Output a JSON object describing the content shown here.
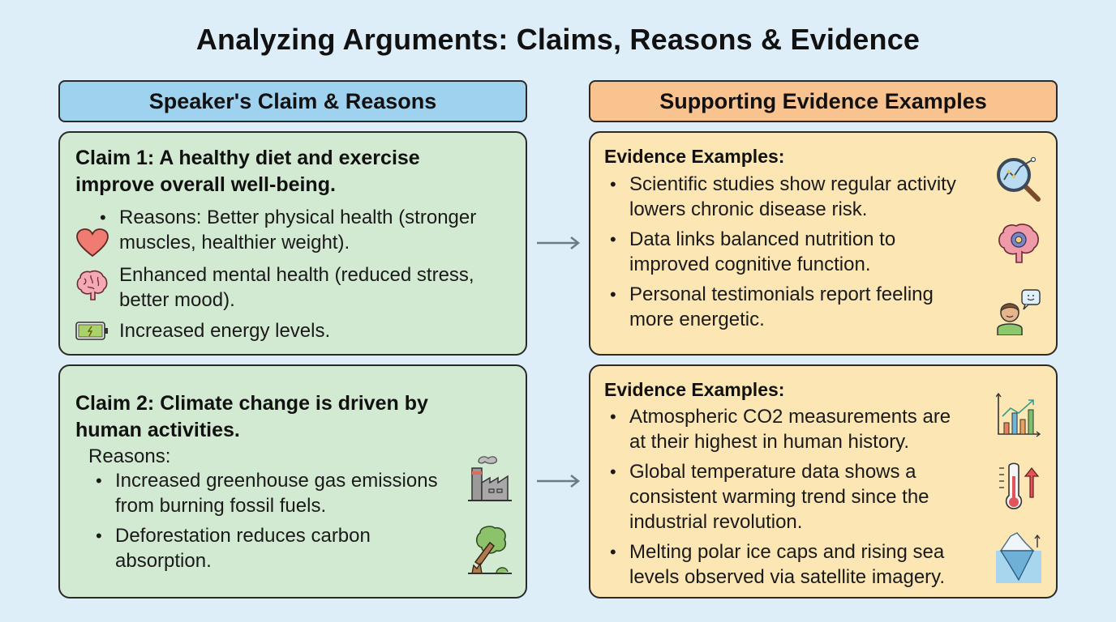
{
  "title": "Analyzing Arguments: Claims, Reasons & Evidence",
  "headers": {
    "left": "Speaker's Claim & Reasons",
    "right": "Supporting Evidence Examples"
  },
  "claims": [
    {
      "title_line1": "Claim 1: A healthy diet and exercise",
      "title_line2": "improve overall well-being.",
      "reasons": [
        {
          "line1": "Reasons: Better physical health (stronger",
          "line2": "muscles, healthier weight).",
          "icon": "heart-icon"
        },
        {
          "line1": "Enhanced mental health (reduced stress,",
          "line2": "better mood).",
          "icon": "brain-icon"
        },
        {
          "line1": "Increased energy levels.",
          "icon": "battery-icon"
        }
      ]
    },
    {
      "title_line1": "Claim 2: Climate change is driven by",
      "title_line2": "human activities.",
      "reasons_label": "Reasons:",
      "reasons": [
        {
          "line1": "Increased greenhouse gas emissions",
          "line2": "from burning fossil fuels.",
          "icon": "factory-icon"
        },
        {
          "line1": "Deforestation reduces carbon",
          "line2": "absorption.",
          "icon": "cut-tree-icon"
        }
      ]
    }
  ],
  "evidence": [
    {
      "heading": "Evidence Examples:",
      "items": [
        {
          "line1": "Scientific studies show regular activity",
          "line2": "lowers chronic disease risk.",
          "icon": "magnifier-chart-icon"
        },
        {
          "line1": "Data links balanced nutrition to",
          "line2": "improved cognitive function.",
          "icon": "brain-gear-icon"
        },
        {
          "line1": "Personal testimonials report feeling",
          "line2": "more energetic.",
          "icon": "person-speech-icon"
        }
      ]
    },
    {
      "heading": "Evidence Examples:",
      "items": [
        {
          "line1": "Atmospheric CO2 measurements are",
          "line2": "at their highest in human history.",
          "icon": "bar-chart-trend-icon"
        },
        {
          "line1": "Global temperature data shows a",
          "line2": "consistent warming trend since the",
          "line3": "industrial revolution.",
          "icon": "thermometer-up-icon"
        },
        {
          "line1": "Melting polar ice caps and rising sea",
          "line2": "levels observed via satellite imagery.",
          "icon": "iceberg-icon"
        }
      ]
    }
  ],
  "colors": {
    "background": "#deeef9",
    "header_left": "#9ed2ef",
    "header_right": "#f8c38e",
    "claim_card": "#d3ead2",
    "evidence_card": "#fbe6b4",
    "arrow": "#6b7a86"
  }
}
